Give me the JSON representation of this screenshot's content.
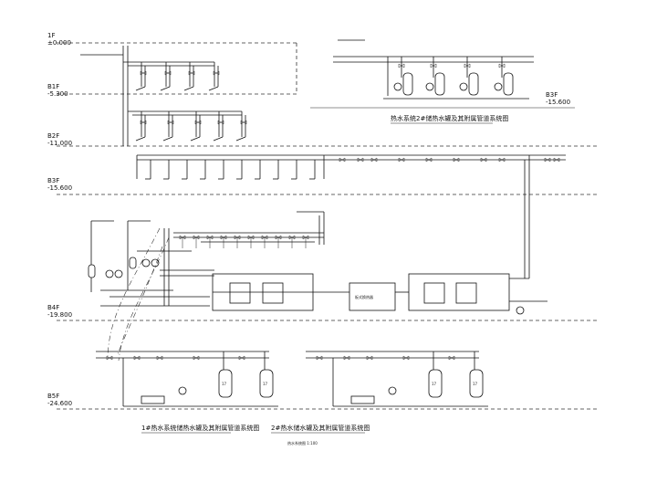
{
  "floor_levels": [
    {
      "name": "1F",
      "elev": "±0.000"
    },
    {
      "name": "B1F",
      "elev": "-5.300"
    },
    {
      "name": "B2F",
      "elev": "-11.000"
    },
    {
      "name": "B3F",
      "elev": "-15.600"
    },
    {
      "name": "B4F",
      "elev": "-19.800"
    },
    {
      "name": "B5F",
      "elev": "-24.600"
    }
  ],
  "right_level": {
    "name": "B3F",
    "elev": "-15.600"
  },
  "captions": {
    "top_right": "热水系统2#储热水罐及其附属管道系统图",
    "bottom_left": "1#热水系统储热水罐及其附属管道系统图",
    "bottom_center": "2#热水储水罐及其附属管道系统图",
    "bottom_note": "热水系统图 1:100"
  },
  "equipment_labels": {
    "tank": "17",
    "box_center": "板式换热器"
  },
  "colors": {
    "line": "#111111",
    "background": "#ffffff"
  }
}
